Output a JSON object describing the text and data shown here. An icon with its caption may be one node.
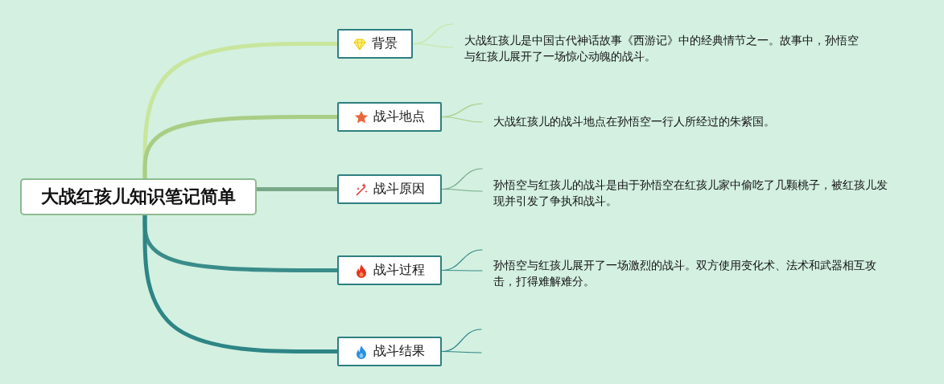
{
  "diagram": {
    "nodes": [
      {
        "text": [
          "大战红孩儿知识笔记简单"
        ]
      },
      {
        "text": [
          "背景"
        ]
      },
      {
        "text": [
          "战斗地点"
        ]
      },
      {
        "text": [
          "战斗原因"
        ]
      },
      {
        "text": [
          "战斗过程"
        ]
      },
      {
        "text": [
          "战斗结果"
        ]
      },
      {
        "text": [
          "大战红孩儿是中国古代神话故事《西游记》中的经典情节之一。故事中，孙悟空与红孩儿展开了一场惊心动魄的战斗。"
        ]
      },
      {
        "text": [
          "大战红孩儿的战斗地点在孙悟空一行人所经过的朱紫国。"
        ]
      },
      {
        "text": [
          "孙悟空与红孩儿的战斗是由于孙悟空在红孩儿家中偷吃了几颗桃子，被红孩儿发现并引发了争执和战斗。"
        ]
      },
      {
        "text": [
          "孙悟空与红孩儿展开了一场激烈的战斗。双方使用变化术、法术和武器相互攻击，打得难解难分。"
        ]
      }
    ],
    "edges": [
      {
        "from": 0,
        "to": 1,
        "arrow": "none",
        "style": "thick",
        "color": "#c8e69c"
      },
      {
        "from": 0,
        "to": 2,
        "arrow": "none",
        "style": "thick",
        "color": "#a9cd84"
      },
      {
        "from": 0,
        "to": 3,
        "arrow": "none",
        "style": "thick",
        "color": "#78a888"
      },
      {
        "from": 0,
        "to": 4,
        "arrow": "none",
        "style": "thick",
        "color": "#3a8c8a"
      },
      {
        "from": 0,
        "to": 5,
        "arrow": "none",
        "style": "thick",
        "color": "#2e8585"
      },
      {
        "from": 1,
        "to": 6,
        "arrow": "none",
        "color": "#c8e69c"
      },
      {
        "from": 1,
        "to": 6,
        "arrow": "none",
        "color": "#c8e69c"
      },
      {
        "from": 2,
        "to": 7,
        "arrow": "none",
        "color": "#a9cd84"
      },
      {
        "from": 2,
        "to": 7,
        "arrow": "none",
        "color": "#a9cd84"
      },
      {
        "from": 3,
        "to": 8,
        "arrow": "none",
        "color": "#78a888"
      },
      {
        "from": 3,
        "to": 8,
        "arrow": "none",
        "color": "#78a888"
      },
      {
        "from": 4,
        "to": 9,
        "arrow": "none",
        "color": "#3a8c8a"
      },
      {
        "from": 4,
        "to": 9,
        "arrow": "none",
        "color": "#3a8c8a"
      },
      {
        "from": 5,
        "to": null,
        "arrow": "none",
        "color": "#2e8585"
      },
      {
        "from": 5,
        "to": null,
        "arrow": "none",
        "color": "#2e8585"
      }
    ]
  }
}
